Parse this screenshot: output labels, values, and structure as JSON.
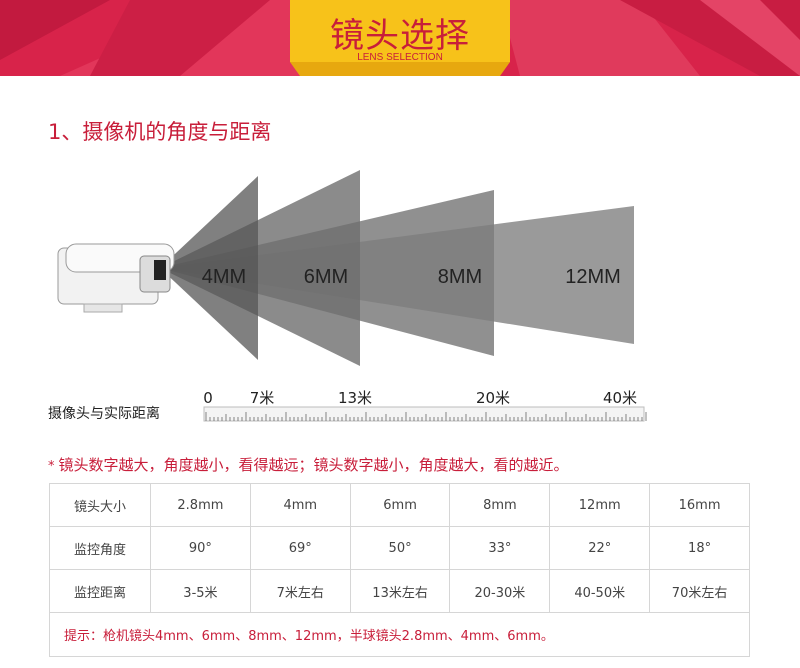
{
  "header": {
    "title": "镜头选择",
    "subtitle": "LENS SELECTION",
    "colors": {
      "banner": "#d8234a",
      "badge": "#f7c21a",
      "text": "#c81e3a"
    }
  },
  "section": {
    "title": "1、摄像机的角度与距离"
  },
  "diagram": {
    "lenses": [
      {
        "label": "4MM"
      },
      {
        "label": "6MM"
      },
      {
        "label": "8MM"
      },
      {
        "label": "12MM"
      }
    ],
    "ruler": {
      "title": "摄像头与实际距离",
      "marks": [
        "0",
        "7米",
        "13米",
        "20米",
        "40米"
      ]
    }
  },
  "note": {
    "star": "*",
    "text": "镜头数字越大，角度越小，看得越远；镜头数字越小，角度越大，看的越近。"
  },
  "table": {
    "rows": [
      {
        "header": "镜头大小",
        "cells": [
          "2.8mm",
          "4mm",
          "6mm",
          "8mm",
          "12mm",
          "16mm"
        ]
      },
      {
        "header": "监控角度",
        "cells": [
          "90°",
          "69°",
          "50°",
          "33°",
          "22°",
          "18°"
        ]
      },
      {
        "header": "监控距离",
        "cells": [
          "3-5米",
          "7米左右",
          "13米左右",
          "20-30米",
          "40-50米",
          "70米左右"
        ]
      }
    ],
    "tip": "提示：枪机镜头4mm、6mm、8mm、12mm，半球镜头2.8mm、4mm、6mm。"
  }
}
